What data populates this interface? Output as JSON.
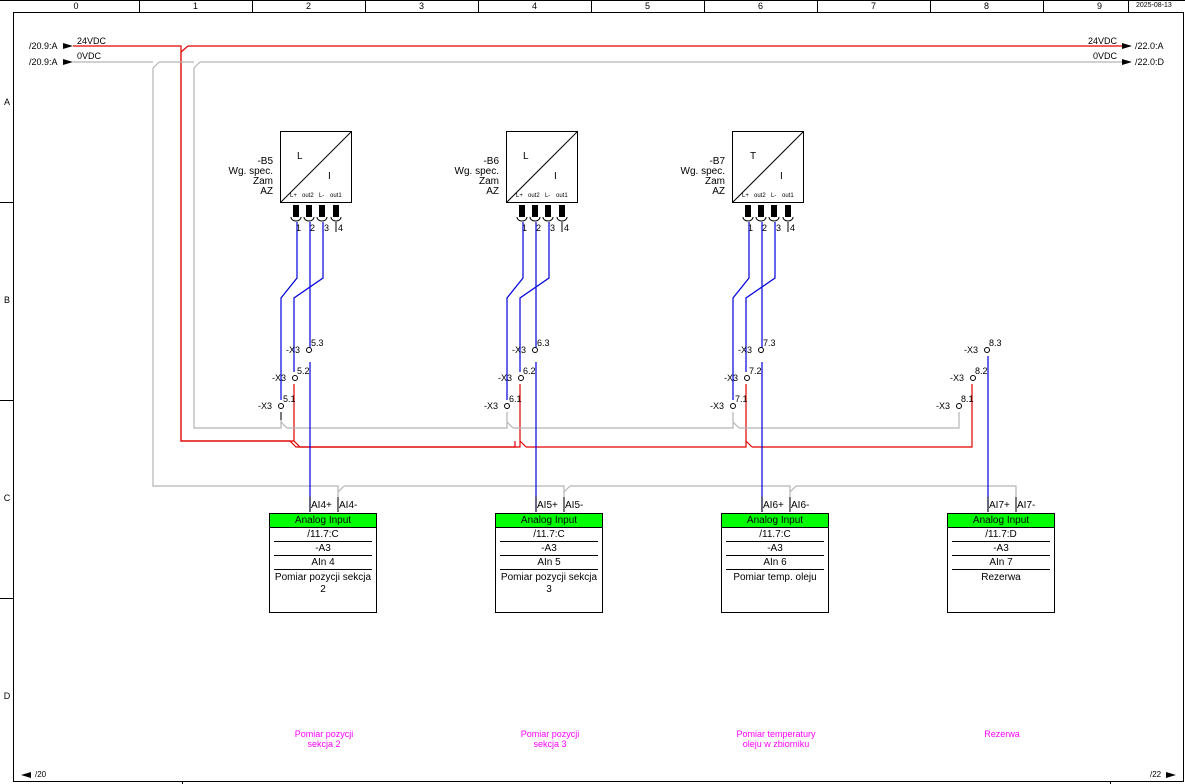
{
  "frame": {
    "columns": [
      "0",
      "1",
      "2",
      "3",
      "4",
      "5",
      "6",
      "7",
      "8",
      "9"
    ],
    "rows": [
      "A",
      "B",
      "C",
      "D"
    ],
    "date": "2025-08-13",
    "prev_page": "/20",
    "next_page": "/22"
  },
  "power": {
    "left_24v_ref": "/20.9:A",
    "left_0v_ref": "/20.9:A",
    "label_24v": "24VDC",
    "label_0v": "0VDC",
    "right_24v_ref": "/22.0:A",
    "right_0v_ref": "/22.0:D",
    "color_24v": "#e00000",
    "color_0v": "#b4b4b4",
    "color_signal": "#0000dd"
  },
  "sensors": [
    {
      "tag": "-B5",
      "line2": "Wg. spec.",
      "line3": "Zam",
      "line4": "AZ",
      "top": "L",
      "bottom": "I",
      "pins": [
        "L+",
        "out2",
        "L-",
        "out1"
      ],
      "nums": [
        "1",
        "2",
        "3",
        "4"
      ]
    },
    {
      "tag": "-B6",
      "line2": "Wg. spec.",
      "line3": "Zam",
      "line4": "AZ",
      "top": "L",
      "bottom": "I",
      "pins": [
        "L+",
        "out2",
        "L-",
        "out1"
      ],
      "nums": [
        "1",
        "2",
        "3",
        "4"
      ]
    },
    {
      "tag": "-B7",
      "line2": "Wg. spec.",
      "line3": "Zam",
      "line4": "AZ",
      "top": "T",
      "bottom": "I",
      "pins": [
        "L+",
        "out2",
        "L-",
        "out1"
      ],
      "nums": [
        "1",
        "2",
        "3",
        "4"
      ]
    }
  ],
  "terminals": [
    {
      "x": "-X3",
      "t1": "5.1",
      "t2": "5.2",
      "t3": "5.3"
    },
    {
      "x": "-X3",
      "t1": "6.1",
      "t2": "6.2",
      "t3": "6.3"
    },
    {
      "x": "-X3",
      "t1": "7.1",
      "t2": "7.2",
      "t3": "7.3"
    },
    {
      "x": "-X3",
      "t1": "8.1",
      "t2": "8.2",
      "t3": "8.3"
    }
  ],
  "modules": [
    {
      "plus": "AI4+",
      "minus": "AI4-",
      "header": "Analog Input",
      "ref": "/11.7:C",
      "device": "-A3",
      "channel": "AIn 4",
      "desc": "Pomiar pozycji sekcja 2"
    },
    {
      "plus": "AI5+",
      "minus": "AI5-",
      "header": "Analog Input",
      "ref": "/11.7:C",
      "device": "-A3",
      "channel": "AIn 5",
      "desc": "Pomiar pozycji sekcja 3"
    },
    {
      "plus": "AI6+",
      "minus": "AI6-",
      "header": "Analog Input",
      "ref": "/11.7:C",
      "device": "-A3",
      "channel": "AIn 6",
      "desc": "Pomiar temp. oleju"
    },
    {
      "plus": "AI7+",
      "minus": "AI7-",
      "header": "Analog Input",
      "ref": "/11.7:D",
      "device": "-A3",
      "channel": "AIn 7",
      "desc": "Rezerwa"
    }
  ],
  "footnotes": [
    {
      "l1": "Pomiar pozycji",
      "l2": "sekcja 2"
    },
    {
      "l1": "Pomiar pozycji",
      "l2": "sekcja 3"
    },
    {
      "l1": "Pomiar temperatury",
      "l2": "oleju w zbiorniku"
    },
    {
      "l1": "Rezerwa",
      "l2": ""
    }
  ]
}
